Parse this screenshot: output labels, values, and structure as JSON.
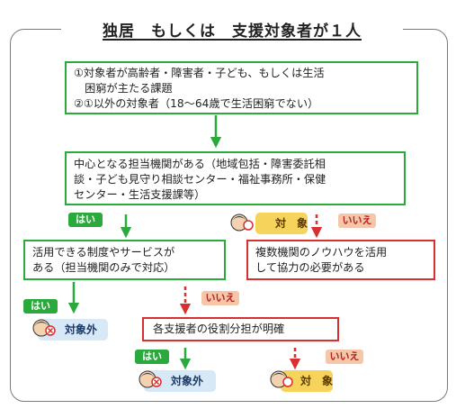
{
  "title": "独居　もしくは　支援対象者が１人",
  "box1": {
    "lines": [
      "①対象者が高齢者・障害者・子ども、もしくは生活",
      "　困窮が主たる課題",
      "②①以外の対象者（18～64歳で生活困窮でない）"
    ]
  },
  "box2": {
    "lines": [
      "中心となる担当機関がある（地域包括・障害委託相",
      "談・子ども見守り相談センター・福祉事務所・保健",
      "センター・生活支援課等）"
    ]
  },
  "box3": {
    "lines": [
      "活用できる制度やサービスが",
      "ある（担当機関のみで対応）"
    ]
  },
  "box4": {
    "lines": [
      "複数機関のノウハウを活用",
      "して協力の必要がある"
    ]
  },
  "box5": {
    "text": "各支援者の役割分担が明確"
  },
  "labels": {
    "yes": "はい",
    "no": "いいえ"
  },
  "tags": {
    "target": "対　象",
    "not_target": "対象外"
  },
  "colors": {
    "green": "#2aaa3c",
    "red": "#d92f2f",
    "yellow": "#f6d35a",
    "blue": "#d7e8f6"
  }
}
